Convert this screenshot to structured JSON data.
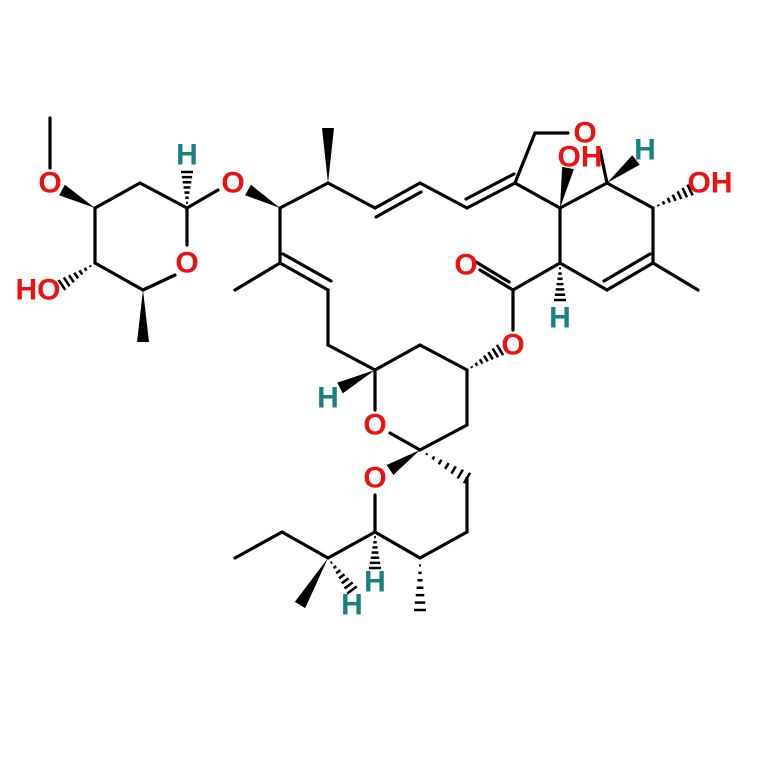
{
  "diagram": {
    "type": "chemical-structure",
    "atom_labels": [
      "O",
      "H",
      "O",
      "O",
      "HO",
      "O",
      "O",
      "OH",
      "H",
      "OH",
      "O",
      "O",
      "H",
      "O",
      "O",
      "H",
      "H",
      "H"
    ],
    "colors": {
      "oxygen": "#ee1111",
      "hydrogen": "#1a8080",
      "bond": "#000000"
    }
  }
}
